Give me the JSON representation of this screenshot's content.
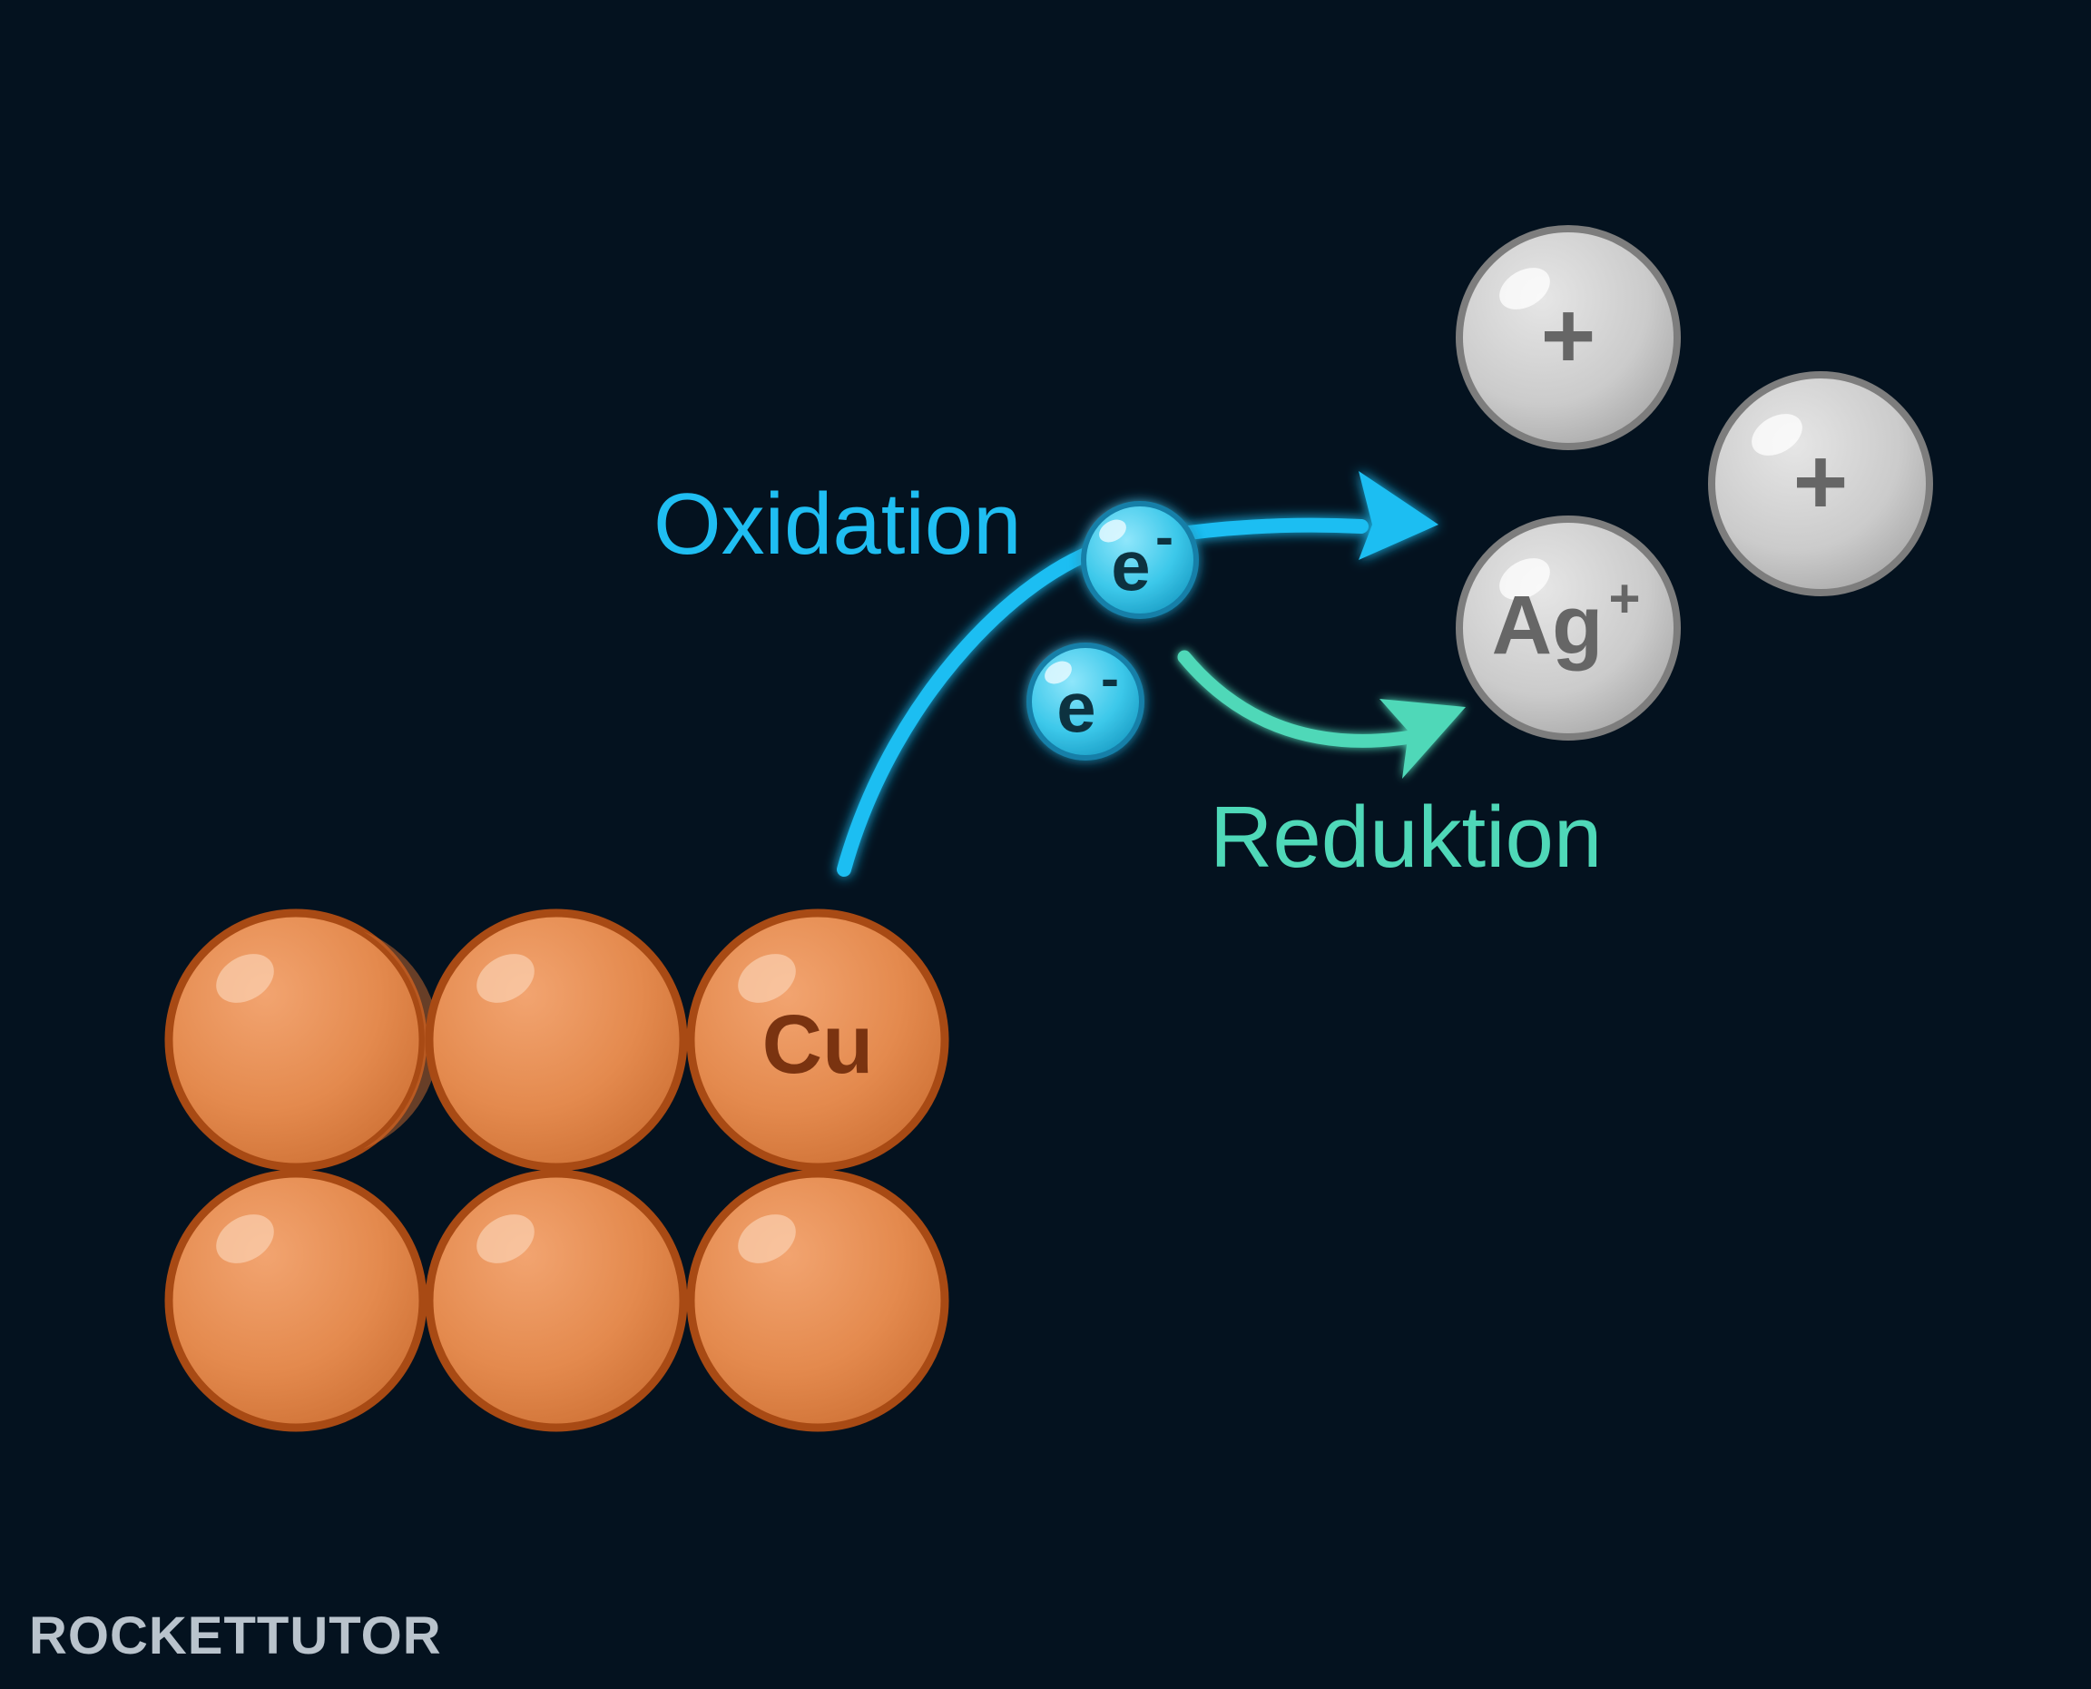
{
  "diagram": {
    "background_color": "#04121f",
    "oxidation_label": "Oxidation",
    "reduction_label": "Reduktion",
    "copper_label": "Cu",
    "electron_labels": [
      "e",
      "e"
    ],
    "electron_superscript": "-",
    "silver_ion_label": "Ag",
    "silver_ion_superscript": "+",
    "ion_symbol": "+",
    "colors": {
      "copper_fill": "#e48a4e",
      "copper_outline": "#a84a14",
      "copper_text": "#7a3310",
      "oxidation": "#1fbef2",
      "reduction": "#4fd8b8",
      "electron_fill": "#3cc8ea",
      "electron_text": "#0b3140",
      "silver_fill": "#c9c9c9",
      "silver_outline": "#7d7d7d",
      "silver_text": "#666666"
    }
  },
  "logo": {
    "text": "ROCKETTUTOR",
    "color": "#b9c3cc",
    "accent_color": "#2aa8e0"
  }
}
